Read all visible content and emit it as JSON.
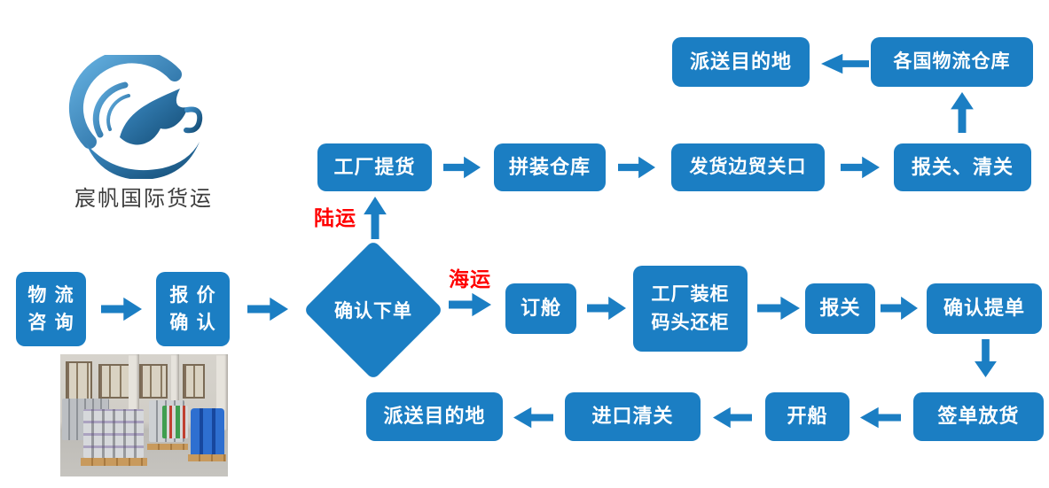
{
  "brand": {
    "name": "宸帆国际货运"
  },
  "colors": {
    "primary_blue": "#1B7EC3",
    "accent_red": "#FF0000",
    "text_on_blue": "#FFFFFF",
    "brand_text": "#3D3D3D",
    "logo_light_blue": "#55A8D8",
    "logo_dark_blue": "#17507E"
  },
  "transport_labels": {
    "land": "陆运",
    "sea": "海运"
  },
  "common_steps": {
    "inquiry_line1": "物 流",
    "inquiry_line2": "咨 询",
    "quote_line1": "报 价",
    "quote_line2": "确 认",
    "confirm_order": "确认下单"
  },
  "land_route": {
    "factory_pickup": "工厂提货",
    "consolidation_warehouse": "拼装仓库",
    "border_trade_port": "发货边贸关口",
    "customs_clearance": "报关、清关",
    "country_warehouses": "各国物流仓库",
    "dispatch_destination": "派送目的地"
  },
  "sea_route": {
    "booking": "订舱",
    "loading_line1": "工厂装柜",
    "loading_line2": "码头还柜",
    "customs": "报关",
    "confirm_bill_of_lading": "确认提单",
    "sign_release_cargo": "签单放货",
    "set_sail": "开船",
    "import_clearance": "进口清关",
    "dispatch_destination": "派送目的地"
  }
}
